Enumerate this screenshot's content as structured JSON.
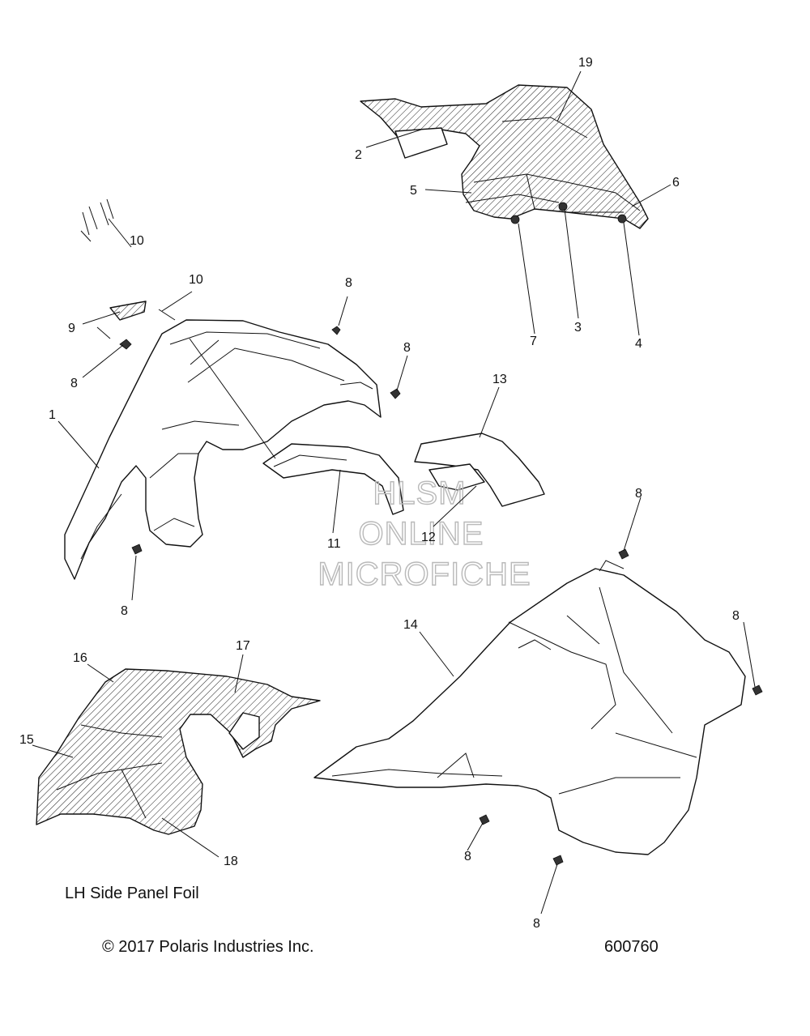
{
  "callouts": {
    "c19": "19",
    "c2": "2",
    "c5": "5",
    "c6": "6",
    "c7": "7",
    "c3": "3",
    "c4": "4",
    "c10a": "10",
    "c10b": "10",
    "c9": "9",
    "c8a": "8",
    "c8b": "8",
    "c8c": "8",
    "c8d": "8",
    "c1": "1",
    "c13": "13",
    "c11": "11",
    "c12": "12",
    "c8e": "8",
    "c8f": "8",
    "c14": "14",
    "c16": "16",
    "c17": "17",
    "c15": "15",
    "c18": "18",
    "c8g": "8",
    "c8h": "8"
  },
  "watermark": {
    "line1": "HLSM",
    "line2": "ONLINE",
    "line3": "MICROFICHE"
  },
  "labels": {
    "lh_panel": "LH Side Panel Foil",
    "copyright": "© 2017 Polaris Industries Inc.",
    "drawing_number": "600760"
  }
}
